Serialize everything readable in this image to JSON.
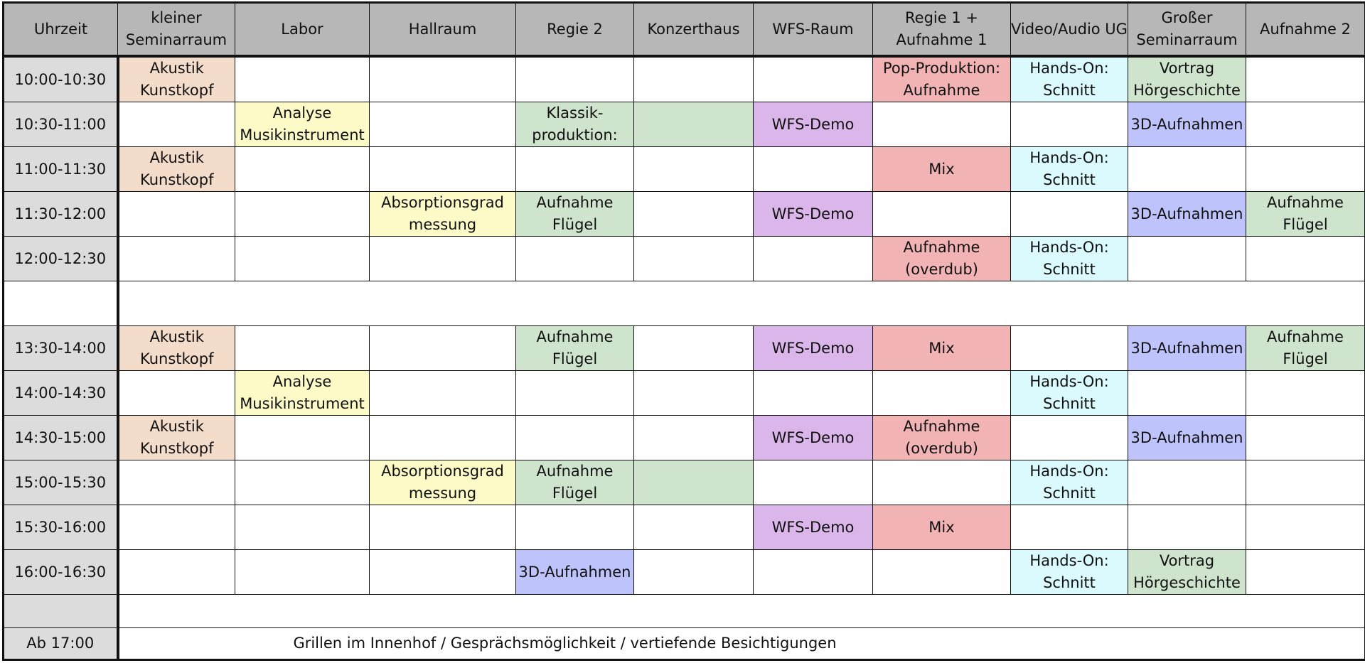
{
  "columns": [
    "Uhrzeit",
    "kleiner Seminarraum",
    "Labor",
    "Hallraum",
    "Regie 2",
    "Konzerthaus",
    "WFS-Raum",
    "Regie 1 + Aufnahme 1",
    "Video/Audio UG",
    "Großer Seminarraum",
    "Aufnahme 2"
  ],
  "rows": [
    {
      "time": "10:00-10:30",
      "cells": [
        {
          "text": "Akustik Kunstkopf",
          "color": "orange"
        },
        {
          "text": "",
          "color": "white"
        },
        {
          "text": "",
          "color": "white"
        },
        {
          "text": "",
          "color": "white"
        },
        {
          "text": "",
          "color": "white"
        },
        {
          "text": "",
          "color": "white"
        },
        {
          "text": "Pop-Produktion: Aufnahme",
          "color": "red"
        },
        {
          "text": "Hands-On: Schnitt",
          "color": "cyan"
        },
        {
          "text": "Vortrag Hörgeschichte",
          "color": "green"
        },
        {
          "text": "",
          "color": "white"
        }
      ]
    },
    {
      "time": "10:30-11:00",
      "cells": [
        {
          "text": "",
          "color": "white"
        },
        {
          "text": "Analyse Musikinstrument",
          "color": "yellow"
        },
        {
          "text": "",
          "color": "white"
        },
        {
          "text": "Klassik-produktion:",
          "color": "green"
        },
        {
          "text": "",
          "color": "green"
        },
        {
          "text": "WFS-Demo",
          "color": "purple"
        },
        {
          "text": "",
          "color": "white"
        },
        {
          "text": "",
          "color": "white"
        },
        {
          "text": "3D-Aufnahmen",
          "color": "blue"
        },
        {
          "text": "",
          "color": "white"
        }
      ]
    },
    {
      "time": "11:00-11:30",
      "cells": [
        {
          "text": "Akustik Kunstkopf",
          "color": "orange"
        },
        {
          "text": "",
          "color": "white"
        },
        {
          "text": "",
          "color": "white"
        },
        {
          "text": "",
          "color": "white"
        },
        {
          "text": "",
          "color": "white"
        },
        {
          "text": "",
          "color": "white"
        },
        {
          "text": "Mix",
          "color": "red"
        },
        {
          "text": "Hands-On: Schnitt",
          "color": "cyan"
        },
        {
          "text": "",
          "color": "white"
        },
        {
          "text": "",
          "color": "white"
        }
      ]
    },
    {
      "time": "11:30-12:00",
      "cells": [
        {
          "text": "",
          "color": "white"
        },
        {
          "text": "",
          "color": "white"
        },
        {
          "text": "Absorptionsgrad messung",
          "color": "yellow"
        },
        {
          "text": "Aufnahme Flügel",
          "color": "green"
        },
        {
          "text": "",
          "color": "white"
        },
        {
          "text": "WFS-Demo",
          "color": "purple"
        },
        {
          "text": "",
          "color": "white"
        },
        {
          "text": "",
          "color": "white"
        },
        {
          "text": "3D-Aufnahmen",
          "color": "blue"
        },
        {
          "text": "Aufnahme Flügel",
          "color": "green"
        }
      ]
    },
    {
      "time": "12:00-12:30",
      "cells": [
        {
          "text": "",
          "color": "white"
        },
        {
          "text": "",
          "color": "white"
        },
        {
          "text": "",
          "color": "white"
        },
        {
          "text": "",
          "color": "white"
        },
        {
          "text": "",
          "color": "white"
        },
        {
          "text": "",
          "color": "white"
        },
        {
          "text": "Aufnahme (overdub)",
          "color": "red"
        },
        {
          "text": "Hands-On: Schnitt",
          "color": "cyan"
        },
        {
          "text": "",
          "color": "white"
        },
        {
          "text": "",
          "color": "white"
        }
      ]
    },
    {
      "gap": true
    },
    {
      "time": "13:30-14:00",
      "cells": [
        {
          "text": "Akustik Kunstkopf",
          "color": "orange"
        },
        {
          "text": "",
          "color": "white"
        },
        {
          "text": "",
          "color": "white"
        },
        {
          "text": "Aufnahme Flügel",
          "color": "green"
        },
        {
          "text": "",
          "color": "white"
        },
        {
          "text": "WFS-Demo",
          "color": "purple"
        },
        {
          "text": "Mix",
          "color": "red"
        },
        {
          "text": "",
          "color": "white"
        },
        {
          "text": "3D-Aufnahmen",
          "color": "blue"
        },
        {
          "text": "Aufnahme Flügel",
          "color": "green"
        }
      ]
    },
    {
      "time": "14:00-14:30",
      "cells": [
        {
          "text": "",
          "color": "white"
        },
        {
          "text": "Analyse Musikinstrument",
          "color": "yellow"
        },
        {
          "text": "",
          "color": "white"
        },
        {
          "text": "",
          "color": "white"
        },
        {
          "text": "",
          "color": "white"
        },
        {
          "text": "",
          "color": "white"
        },
        {
          "text": "",
          "color": "white"
        },
        {
          "text": "Hands-On: Schnitt",
          "color": "cyan"
        },
        {
          "text": "",
          "color": "white"
        },
        {
          "text": "",
          "color": "white"
        }
      ]
    },
    {
      "time": "14:30-15:00",
      "cells": [
        {
          "text": "Akustik Kunstkopf",
          "color": "orange"
        },
        {
          "text": "",
          "color": "white"
        },
        {
          "text": "",
          "color": "white"
        },
        {
          "text": "",
          "color": "white"
        },
        {
          "text": "",
          "color": "white"
        },
        {
          "text": "WFS-Demo",
          "color": "purple"
        },
        {
          "text": "Aufnahme (overdub)",
          "color": "red"
        },
        {
          "text": "",
          "color": "white"
        },
        {
          "text": "3D-Aufnahmen",
          "color": "blue"
        },
        {
          "text": "",
          "color": "white"
        }
      ]
    },
    {
      "time": "15:00-15:30",
      "cells": [
        {
          "text": "",
          "color": "white"
        },
        {
          "text": "",
          "color": "white"
        },
        {
          "text": "Absorptionsgrad messung",
          "color": "yellow"
        },
        {
          "text": "Aufnahme Flügel",
          "color": "green"
        },
        {
          "text": "",
          "color": "green"
        },
        {
          "text": "",
          "color": "white"
        },
        {
          "text": "",
          "color": "white"
        },
        {
          "text": "Hands-On: Schnitt",
          "color": "cyan"
        },
        {
          "text": "",
          "color": "white"
        },
        {
          "text": "",
          "color": "white"
        }
      ]
    },
    {
      "time": "15:30-16:00",
      "cells": [
        {
          "text": "",
          "color": "white"
        },
        {
          "text": "",
          "color": "white"
        },
        {
          "text": "",
          "color": "white"
        },
        {
          "text": "",
          "color": "white"
        },
        {
          "text": "",
          "color": "white"
        },
        {
          "text": "WFS-Demo",
          "color": "purple"
        },
        {
          "text": "Mix",
          "color": "red"
        },
        {
          "text": "",
          "color": "white"
        },
        {
          "text": "",
          "color": "white"
        },
        {
          "text": "",
          "color": "white"
        }
      ]
    },
    {
      "time": "16:00-16:30",
      "cells": [
        {
          "text": "",
          "color": "white"
        },
        {
          "text": "",
          "color": "white"
        },
        {
          "text": "",
          "color": "white"
        },
        {
          "text": "3D-Aufnahmen",
          "color": "blue"
        },
        {
          "text": "",
          "color": "white"
        },
        {
          "text": "",
          "color": "white"
        },
        {
          "text": "",
          "color": "white"
        },
        {
          "text": "Hands-On: Schnitt",
          "color": "cyan"
        },
        {
          "text": "Vortrag Hörgeschichte",
          "color": "green"
        },
        {
          "text": "",
          "color": "white"
        }
      ]
    },
    {
      "gap": true,
      "short": true
    },
    {
      "time": "Ab 17:00",
      "footer": "Grillen im Innenhof / Gesprächsmöglichkeit / vertiefende Besichtigungen"
    }
  ],
  "colors": {
    "header": "#b7b7b7",
    "time": "#dcdcdc",
    "orange": "#f4dccb",
    "yellow": "#fcfbc8",
    "green": "#cfe4cd",
    "purple": "#dbb6ea",
    "red": "#f1b3b4",
    "cyan": "#dafafd",
    "blue": "#bec3fb",
    "white": "#ffffff"
  }
}
